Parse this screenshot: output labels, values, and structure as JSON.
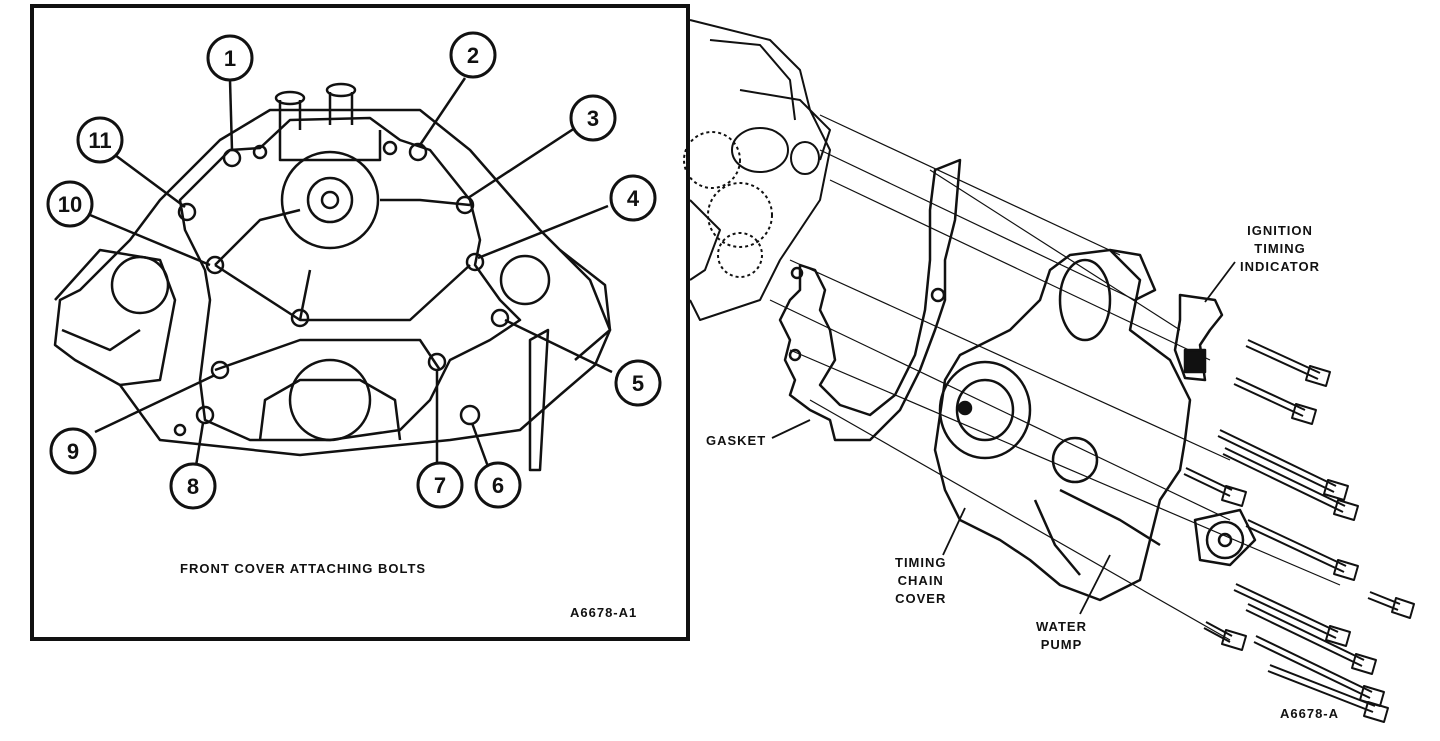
{
  "inset": {
    "caption": "FRONT COVER ATTACHING BOLTS",
    "figure_code": "A6678-A1",
    "callouts": [
      "1",
      "2",
      "3",
      "4",
      "5",
      "6",
      "7",
      "8",
      "9",
      "10",
      "11"
    ]
  },
  "main": {
    "labels": {
      "ignition_timing_indicator": [
        "IGNITION",
        "TIMING",
        "INDICATOR"
      ],
      "gasket": "GASKET",
      "timing_chain_cover": [
        "TIMING",
        "CHAIN",
        "COVER"
      ],
      "water_pump": [
        "WATER",
        "PUMP"
      ]
    },
    "figure_code": "A6678-A"
  }
}
